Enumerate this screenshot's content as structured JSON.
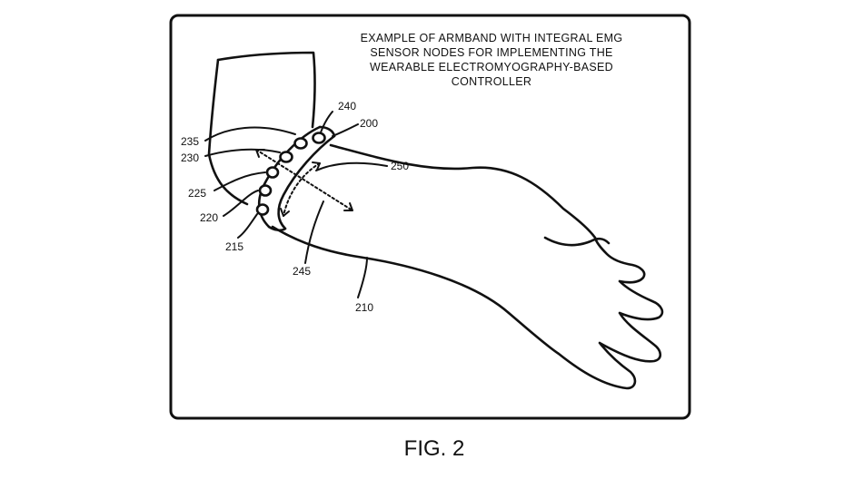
{
  "caption": {
    "line1": "EXAMPLE OF ARMBAND WITH INTEGRAL EMG",
    "line2": "SENSOR NODES FOR IMPLEMENTING THE",
    "line3": "WEARABLE ELECTROMYOGRAPHY-BASED",
    "line4": "CONTROLLER"
  },
  "labels": {
    "l200": "200",
    "l210": "210",
    "l215": "215",
    "l220": "220",
    "l225": "225",
    "l230": "230",
    "l235": "235",
    "l240": "240",
    "l245": "245",
    "l250": "250"
  },
  "figure_label": "FIG. 2"
}
